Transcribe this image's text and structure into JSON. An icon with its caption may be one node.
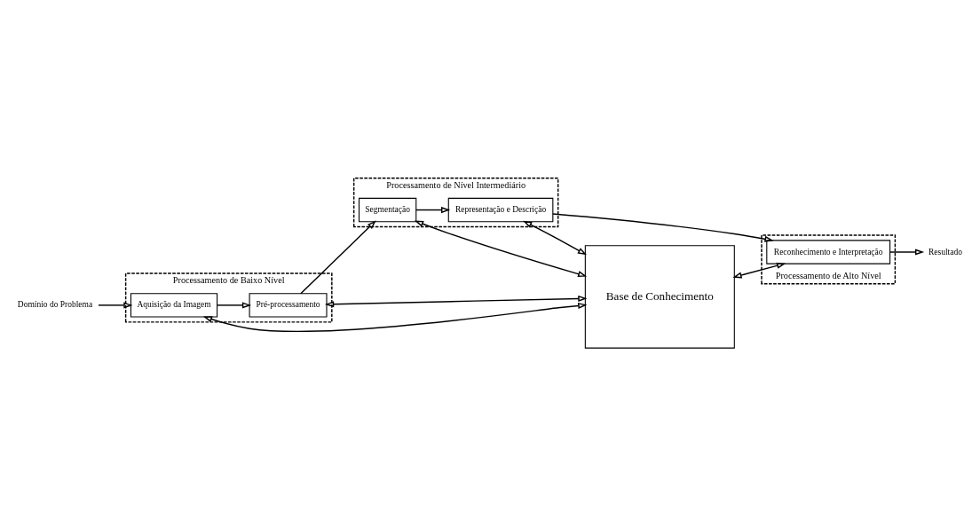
{
  "diagram": {
    "nodes": [
      {
        "text": [
          "Processamento de Nível Intermediário"
        ]
      },
      {
        "text": [
          "Segmentação"
        ],
        "in": 0
      },
      {
        "text": [
          "Representação e Descrição"
        ],
        "in": 0
      },
      {
        "text": [
          "Processamento de Baixo Nível"
        ]
      },
      {
        "text": [
          "Pré-processamento"
        ],
        "in": 3
      },
      {
        "text": [
          "Aquisição da Imagem"
        ],
        "in": 3
      },
      {
        "text": [
          "Processamento de Alto Nível"
        ]
      },
      {
        "text": [
          "Reconhecimento e Interpretação"
        ],
        "in": 6
      },
      {
        "text": [
          "Base de Conhecimento"
        ]
      },
      {
        "text": [
          "Domínio do Problema"
        ]
      },
      {
        "text": [
          "Resultado"
        ]
      }
    ],
    "edges": [
      {
        "from": 9,
        "to": 5,
        "arrow": "to"
      },
      {
        "from": 5,
        "to": 4,
        "arrow": "to"
      },
      {
        "from": 4,
        "to": 1,
        "arrow": "to"
      },
      {
        "from": 1,
        "to": 2,
        "arrow": "to"
      },
      {
        "from": 2,
        "to": 7,
        "arrow": "to"
      },
      {
        "from": 7,
        "to": 10,
        "arrow": "to"
      },
      {
        "from": 4,
        "to": 8,
        "arrow": "both"
      },
      {
        "from": 5,
        "to": 8,
        "arrow": "both"
      },
      {
        "from": 1,
        "to": 8,
        "arrow": "both"
      },
      {
        "from": 2,
        "to": 8,
        "arrow": "both"
      },
      {
        "from": 8,
        "to": 7,
        "arrow": "both"
      }
    ]
  }
}
